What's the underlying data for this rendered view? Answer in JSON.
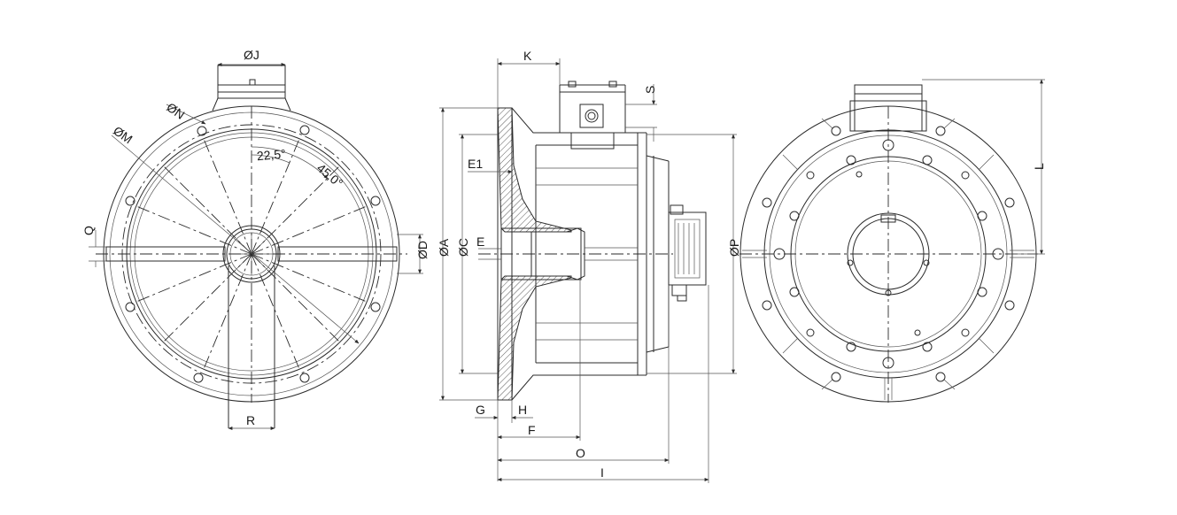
{
  "labels": {
    "front": {
      "J": "ØJ",
      "N": "ØN",
      "M": "ØM",
      "angle1": "22,5°",
      "angle2": "45,0°",
      "Q": "Q",
      "D": "ØD",
      "R": "R"
    },
    "side": {
      "K": "K",
      "S": "S",
      "E1": "E1",
      "E": "E",
      "A": "ØA",
      "C": "ØC",
      "P": "ØP",
      "G": "G",
      "H": "H",
      "F": "F",
      "O": "O",
      "I": "I"
    },
    "rear": {
      "L": "L"
    }
  },
  "colors": {
    "line": "#2b2b2b",
    "background": "#ffffff"
  }
}
